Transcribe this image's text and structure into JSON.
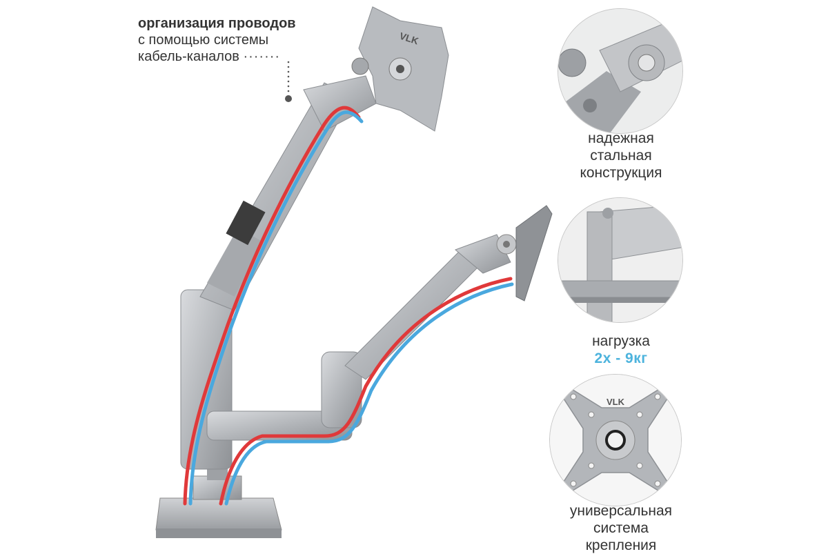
{
  "annotation_top": {
    "line1": "организация проводов",
    "line2": "с помощью системы",
    "line3": "кабель-каналов"
  },
  "feature_1": {
    "line1": "надежная",
    "line2": "стальная",
    "line3": "конструкция"
  },
  "feature_2": {
    "line1": "нагрузка",
    "load_value": "2х - 9кг"
  },
  "feature_3": {
    "line1": "универсальная",
    "line2": "система",
    "line3": "крепления"
  },
  "brand": "VLK",
  "colors": {
    "accent": "#4cb3dd",
    "cable_red": "#e0393a",
    "cable_blue": "#4aa8de",
    "metal": "#b9bcc0"
  }
}
